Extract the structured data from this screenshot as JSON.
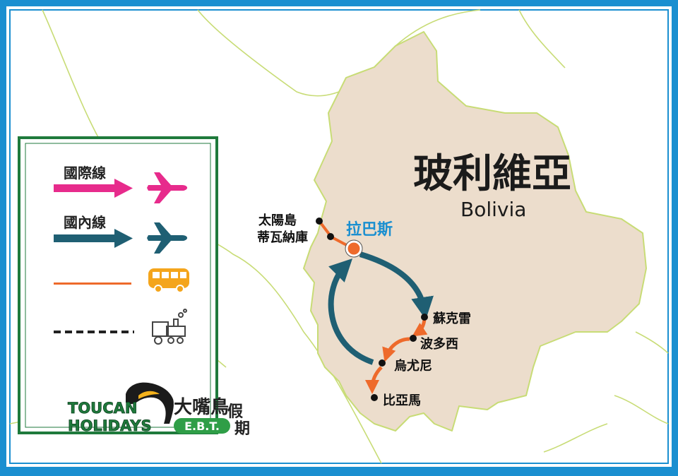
{
  "country": {
    "name_zh": "玻利維亞",
    "name_en": "Bolivia"
  },
  "capital": {
    "label": "拉巴斯"
  },
  "cities": [
    {
      "id": "isla-del-sol",
      "label": "太陽島"
    },
    {
      "id": "tiwanaku",
      "label": "蒂瓦納庫"
    },
    {
      "id": "sucre",
      "label": "蘇克雷"
    },
    {
      "id": "potosi",
      "label": "波多西"
    },
    {
      "id": "uyuni",
      "label": "烏尤尼"
    },
    {
      "id": "villazon",
      "label": "比亞馬"
    }
  ],
  "legend": {
    "international": "國際線",
    "domestic": "國內線",
    "bus_icon": "bus-icon",
    "train_icon": "train-icon",
    "plane_icon": "airplane-icon"
  },
  "brand": {
    "line1": "TOUCAN",
    "line2": "HOLIDAYS",
    "zh": "大嘴鳥",
    "ebt": "E.B.T.",
    "jia": "假",
    "qi": "期"
  },
  "colors": {
    "international": "#e72b8c",
    "domestic": "#1f5f73",
    "bus_route": "#ee6a2b",
    "bus_icon": "#f4a51c",
    "country_fill": "#ecddcc",
    "border_lines": "#c8dc76",
    "frame": "#1a8fd0",
    "legend_border": "#1f7a3c"
  }
}
